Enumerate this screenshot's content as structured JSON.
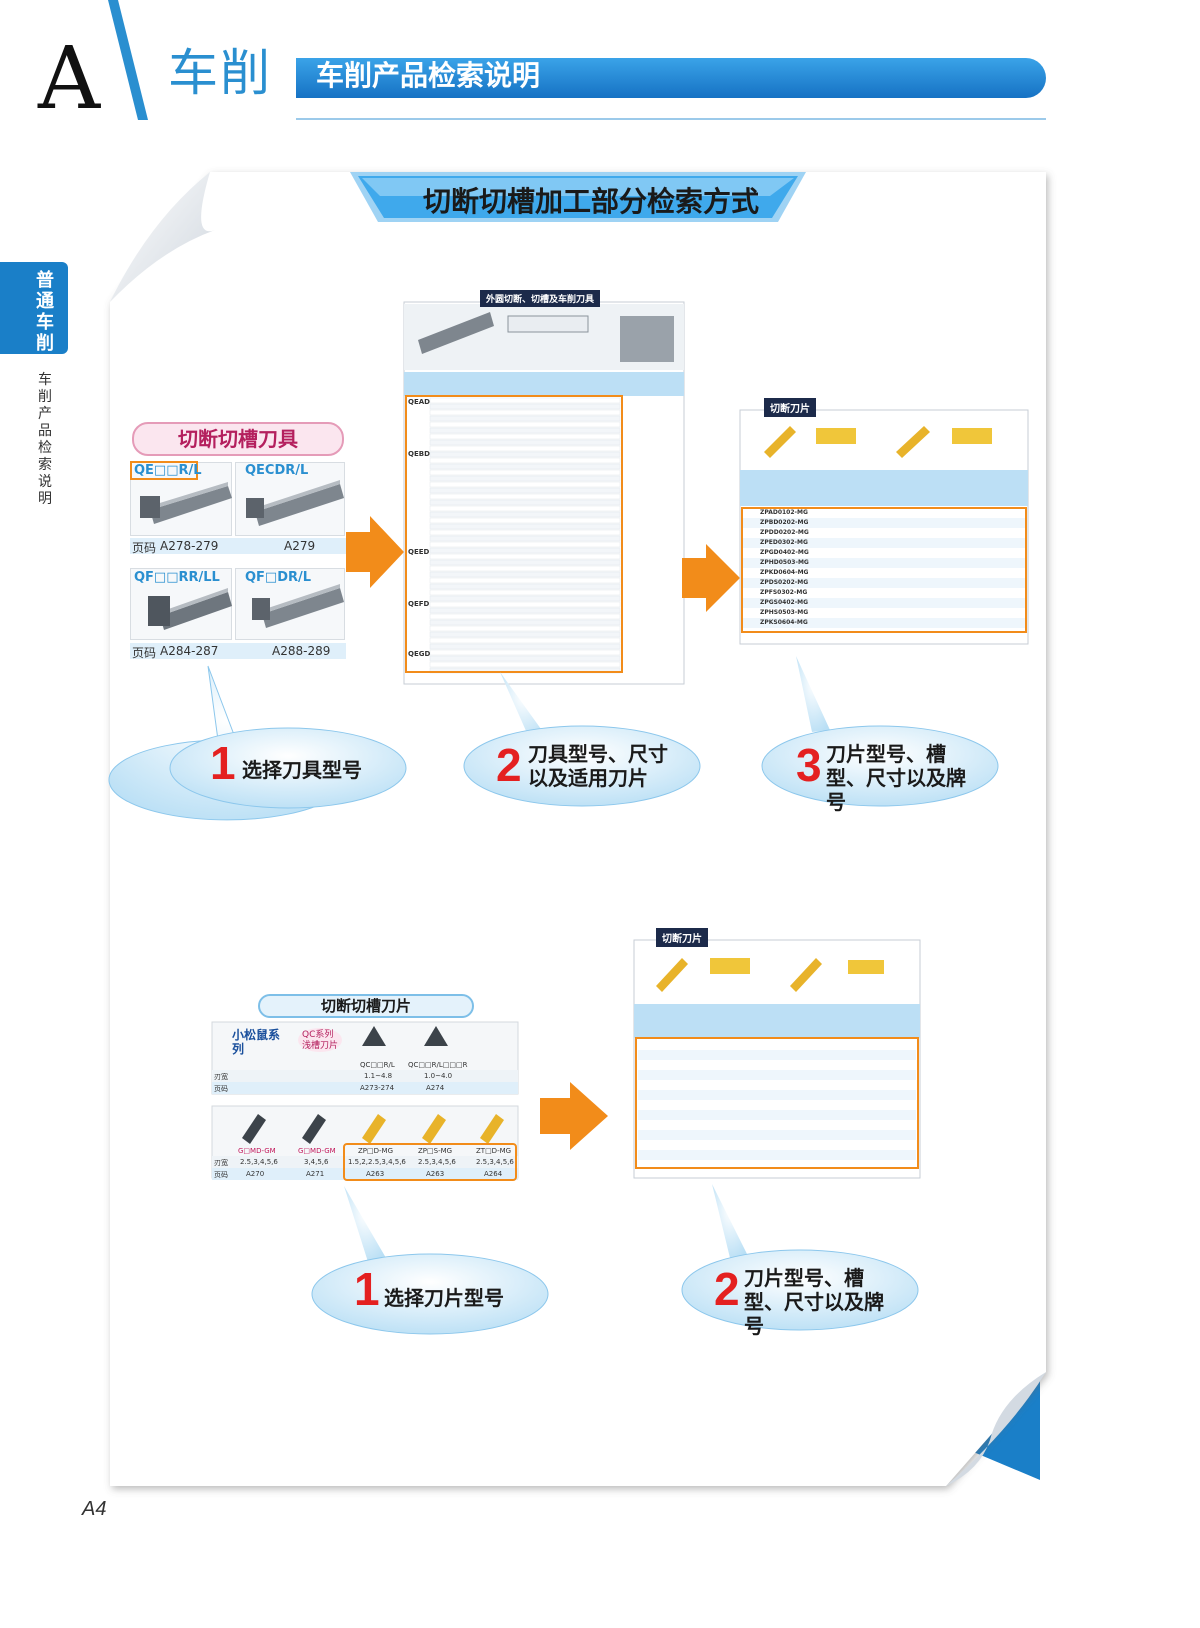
{
  "header": {
    "letter": "A",
    "category": "车削",
    "title": "车削产品检索说明"
  },
  "side": {
    "tab": "普通车削",
    "subtitle": "车削产品检索说明"
  },
  "panel": {
    "title": "切断切槽加工部分检索方式"
  },
  "holders": {
    "label": "切断切槽刀具",
    "cells": [
      {
        "code": "QE□□R/L",
        "page": "A278-279"
      },
      {
        "code": "QECDR/L",
        "page": "A279"
      },
      {
        "code": "QF□□RR/LL",
        "page": "A284-287"
      },
      {
        "code": "QF□DR/L",
        "page": "A288-289"
      }
    ],
    "page_label": "页码"
  },
  "mid_table": {
    "title": "外圆切断、切槽及车削刀具",
    "groups": [
      "QEAD",
      "QEBD",
      "QEED",
      "QEFD",
      "QEGD"
    ]
  },
  "insert_table_top": {
    "title": "切断刀片",
    "rows": [
      "ZPAD0102-MG",
      "ZPBD0202-MG",
      "ZPDD0202-MG",
      "ZPED0302-MG",
      "ZPGD0402-MG",
      "ZPHD0503-MG",
      "ZPKD0604-MG",
      "ZPDS0202-MG",
      "ZPFS0302-MG",
      "ZPGS0402-MG",
      "ZPHS0503-MG",
      "ZPKS0604-MG"
    ]
  },
  "steps_top": [
    {
      "num": "1",
      "text": "选择刀具型号"
    },
    {
      "num": "2",
      "text": "刀具型号、尺寸以及适用刀片"
    },
    {
      "num": "3",
      "text": "刀片型号、槽型、尺寸以及牌号"
    }
  ],
  "inserts_panel": {
    "title": "切断切槽刀片",
    "brand": "小松鼠系列",
    "qc_label": "QC系列浅槽刀片",
    "qc_cols": [
      {
        "code": "QC□□R/L",
        "width": "1.1~4.8",
        "page": "A273-274"
      },
      {
        "code": "QC□□R/L□□□R",
        "width": "1.0~4.0",
        "page": "A274"
      }
    ],
    "row_labels": [
      "刃宽",
      "页码"
    ],
    "g_cols": [
      {
        "code": "G□MD-GM",
        "width": "2.5,3,4,5,6",
        "page": "A270"
      },
      {
        "code": "G□MD-GM",
        "width": "3,4,5,6",
        "page": "A271"
      },
      {
        "code": "ZP□D-MG",
        "width": "1.5,2,2.5,3,4,5,6",
        "page": "A263"
      },
      {
        "code": "ZP□S-MG",
        "width": "2.5,3,4,5,6",
        "page": "A263"
      },
      {
        "code": "ZT□D-MG",
        "width": "2.5,3,4,5,6",
        "page": "A264"
      }
    ]
  },
  "insert_table_bottom": {
    "title": "切断刀片"
  },
  "steps_bottom": [
    {
      "num": "1",
      "text": "选择刀片型号"
    },
    {
      "num": "2",
      "text": "刀片型号、槽型、尺寸以及牌号"
    }
  ],
  "page_number": "A4",
  "colors": {
    "brand_blue": "#1a7fc8",
    "accent_orange": "#f28c1a",
    "callout_red": "#e42020"
  }
}
